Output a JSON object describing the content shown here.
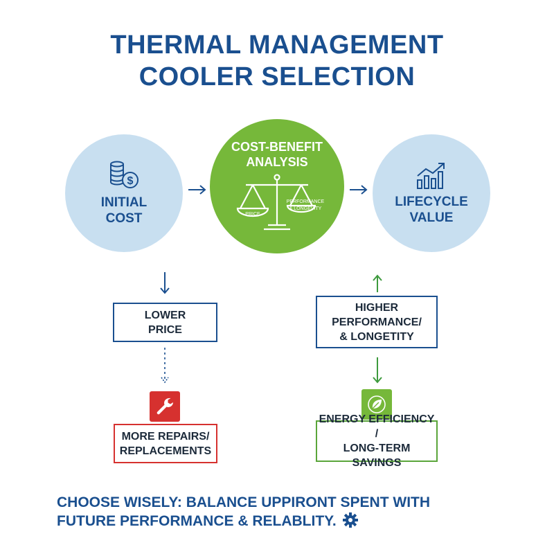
{
  "title": {
    "line1": "THERMAL MANAGEMENT",
    "line2": "COOLER SELECTION"
  },
  "nodes": {
    "initial_cost": {
      "line1": "INITIAL",
      "line2": "COST",
      "icon": "coins-dollar-icon"
    },
    "analysis": {
      "line1": "COST-BENEFIT",
      "line2": "ANALYSIS",
      "icon": "balance-scale-icon",
      "scale_left": "PRICE",
      "scale_right_1": "PERFORMANCE",
      "scale_right_2": "& LONGEVITY"
    },
    "lifecycle": {
      "line1": "LIFECYCLE",
      "line2": "VALUE",
      "icon": "bar-chart-trend-icon"
    }
  },
  "boxes": {
    "lower_price": {
      "line1": "LOWER",
      "line2": "PRICE"
    },
    "higher_perf": {
      "line1": "HIGHER",
      "line2": "PERFORMANCE/",
      "line3": "& LONGETITY"
    },
    "repairs": {
      "line1": "MORE REPAIRS/",
      "line2": "REPLACEMENTS",
      "icon": "wrench-icon"
    },
    "efficiency": {
      "line1": "ENERGY EFFICIENCY /",
      "line2": "LONG-TERM SAVINGS",
      "icon": "leaf-icon"
    }
  },
  "footer": {
    "line1": "CHOOSE WISELY: BALANCE UPPIRONT SPENT WITH",
    "line2": "FUTURE PERFORMANCE & RELABLITY.",
    "icon": "gear-icon"
  },
  "colors": {
    "navy": "#1a4f8f",
    "light_blue": "#c8dff0",
    "green": "#76b83a",
    "red": "#d6312f",
    "box_green": "#5aa53a"
  }
}
